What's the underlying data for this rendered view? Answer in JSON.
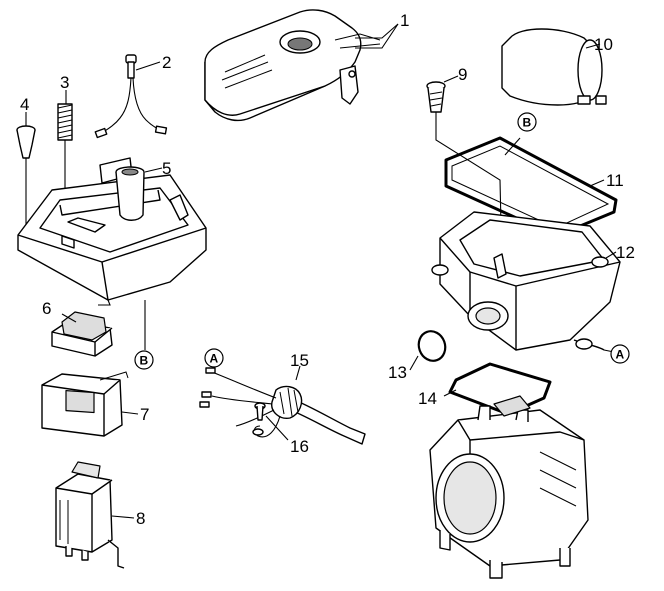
{
  "diagram": {
    "callouts": [
      "1",
      "2",
      "3",
      "4",
      "5",
      "6",
      "7",
      "8",
      "9",
      "10",
      "11",
      "12",
      "13",
      "14",
      "15",
      "16"
    ],
    "refs": {
      "A": "A",
      "B": "B"
    }
  }
}
